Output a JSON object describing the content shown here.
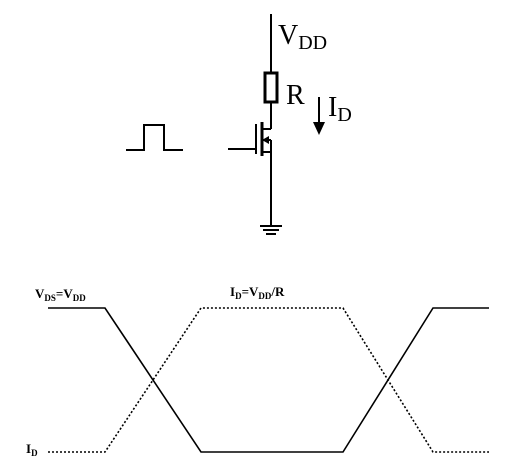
{
  "circuit": {
    "supply_label": "V",
    "supply_subscript": "DD",
    "resistor_label": "R",
    "current_label": "I",
    "current_subscript": "D"
  },
  "waveform": {
    "vds_label_main": "V",
    "vds_label_sub1": "DS",
    "vds_label_eq": "=V",
    "vds_label_sub2": "DD",
    "id_label_main": "I",
    "id_label_sub1": "D",
    "id_label_eq": "=V",
    "id_label_sub2": "DD",
    "id_label_tail": "/R",
    "id_axis_main": "I",
    "id_axis_sub": "D"
  },
  "colors": {
    "line": "#000000",
    "background": "#ffffff"
  }
}
